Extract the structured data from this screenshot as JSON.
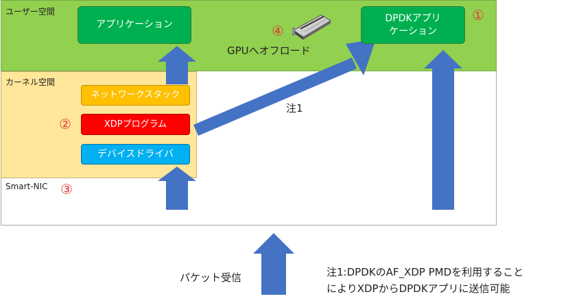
{
  "zones": {
    "user_space": "ユーザー空間",
    "kernel_space": "カーネル空間",
    "smart_nic": "Smart-NIC"
  },
  "boxes": {
    "application": "アプリケーション",
    "dpdk_app": "DPDKアプリ\nケーション",
    "network_stack": "ネットワークスタック",
    "xdp_program": "XDPプログラム",
    "device_driver": "デバイスドライバ"
  },
  "markers": {
    "m1": "①",
    "m2": "②",
    "m3": "③",
    "m4": "④"
  },
  "labels": {
    "gpu_offload": "GPUへオフロード",
    "note_ref": "注1",
    "packet_receive": "パケット受信",
    "note_line1": "注1:DPDKのAF_XDP PMDを利用すること",
    "note_line2": "によりXDPからDPDKアプリに送信可能"
  },
  "colors": {
    "user_space_bg": "#92d050",
    "kernel_space_bg": "#ffe699",
    "green_box": "#00b050",
    "orange_box": "#ffc000",
    "red_box": "#ff0000",
    "blue_box": "#00b0f0",
    "arrow": "#4472c4",
    "marker": "#e53935"
  }
}
